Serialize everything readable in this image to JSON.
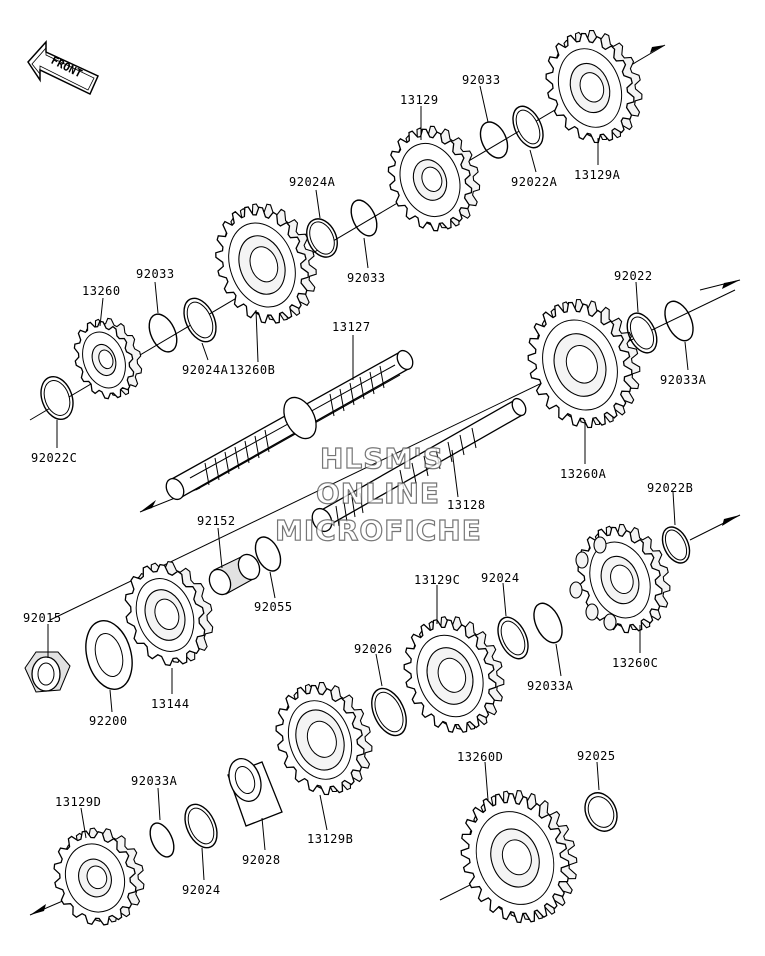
{
  "front_marker": "FRONT",
  "watermark": {
    "line1": "HLSM'S",
    "line2": "ONLINE",
    "line3": "MICROFICHE"
  },
  "parts": {
    "p13129": "13129",
    "p92033_top": "92033",
    "p92022A": "92022A",
    "p13129A": "13129A",
    "p92024A_top": "92024A",
    "p92033_mid": "92033",
    "p92033_left": "92033",
    "p13260": "13260",
    "p92024A_low": "92024A",
    "p13260B": "13260B",
    "p92022C": "92022C",
    "p13127": "13127",
    "p92022": "92022",
    "p92033A_right": "92033A",
    "p13260A": "13260A",
    "p13128": "13128",
    "p92022B": "92022B",
    "p92152": "92152",
    "p92055": "92055",
    "p92015": "92015",
    "p92200": "92200",
    "p13144": "13144",
    "p13129C": "13129C",
    "p92024_mid": "92024",
    "p92033A_mid": "92033A",
    "p13260C": "13260C",
    "p92026": "92026",
    "p13260D": "13260D",
    "p92025": "92025",
    "p92033A_low": "92033A",
    "p13129D": "13129D",
    "p92024_low": "92024",
    "p92028": "92028",
    "p13129B": "13129B"
  }
}
